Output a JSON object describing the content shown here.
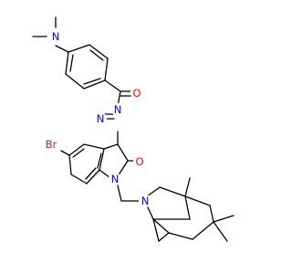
{
  "structure": {
    "atom_labels": {
      "amine_n": "N",
      "azo_n1": "N",
      "azo_n2": "N",
      "carbonyl_o": "O",
      "bromo": "Br",
      "lactam_o": "O",
      "indole_n": "N",
      "bicyclic_n": "N"
    },
    "colors": {
      "bond": "#000000",
      "nitrogen": "#0000ff",
      "oxygen": "#ff0000",
      "bromine": "#a52a2a"
    }
  }
}
